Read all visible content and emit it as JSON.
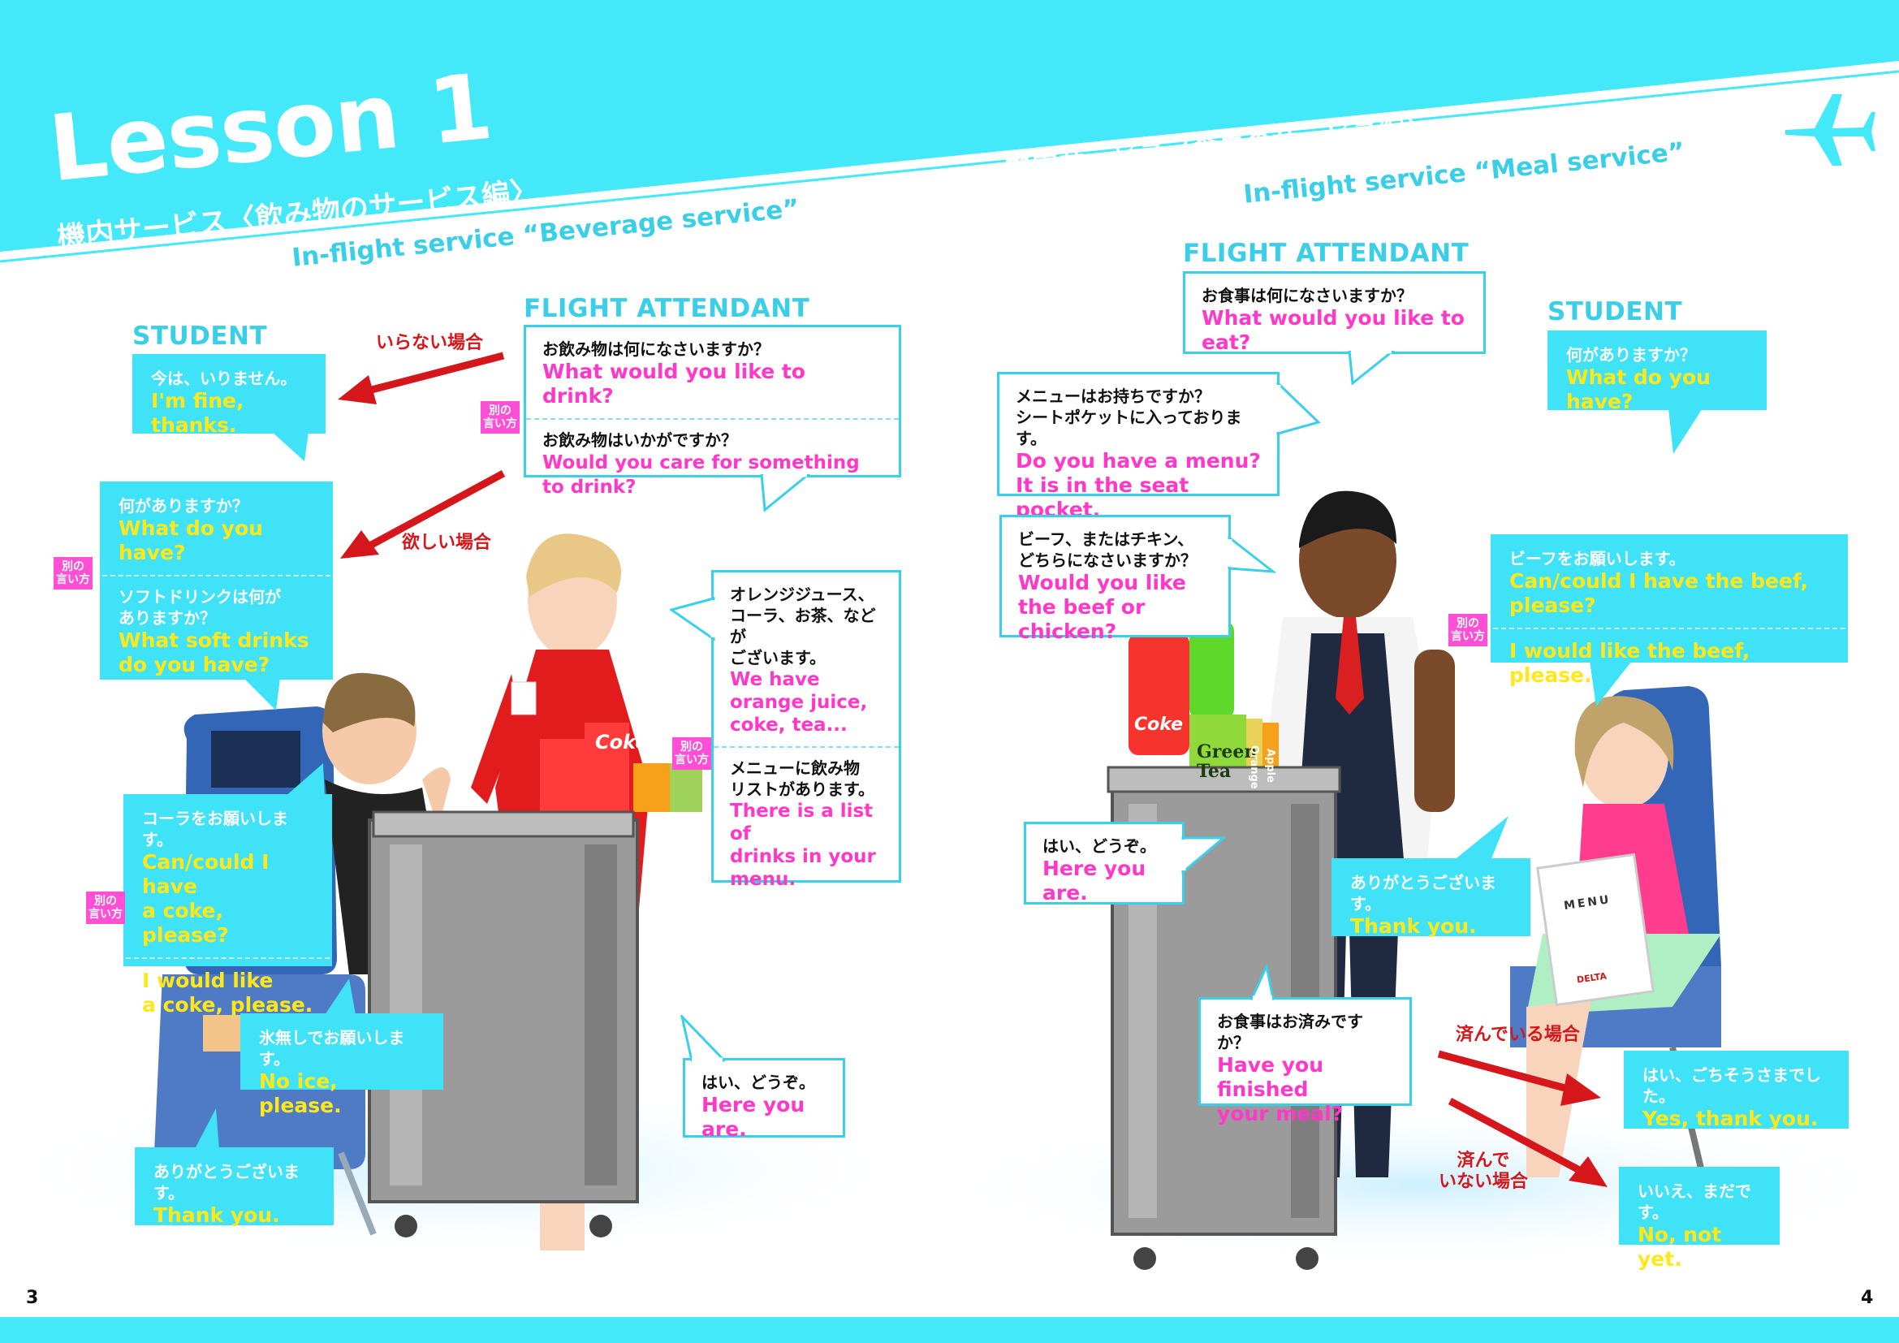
{
  "lesson": {
    "title": "Lesson 1"
  },
  "left": {
    "heading_jp": "機内サービス〈飲み物のサービス編〉",
    "heading_en": "In-flight service “Beverage service”",
    "label_student": "STUDENT",
    "label_attendant": "FLIGHT ATTENDANT",
    "note_no_need": "いらない場合",
    "note_want": "欲しい場合",
    "fa_question": {
      "jp1": "お飲み物は何になさいますか？",
      "en1": "What would you like to drink?",
      "tag": "別の\n言い方",
      "jp2": "お飲み物はいかがですか？",
      "en2": "Would you care for something to drink?"
    },
    "st_fine": {
      "jp": "今は、いりません。",
      "en": "I'm fine, thanks."
    },
    "st_what": {
      "jp1": "何がありますか？",
      "en1": "What do you have?",
      "tag": "別の\n言い方",
      "jp2": "ソフトドリンクは何が\nありますか？",
      "en2": "What soft drinks\ndo you have?"
    },
    "fa_answer": {
      "jp1": "オレンジジュース、\nコーラ、お茶、などが\nございます。",
      "en1": "We have\norange juice,\ncoke, tea...",
      "tag": "別の\n言い方",
      "jp2": "メニューに飲み物\nリストがあります。",
      "en2": "There is a list of\ndrinks in your\nmenu."
    },
    "st_coke": {
      "jp1": "コーラをお願いします。",
      "en1": "Can/could I have\na coke, please?",
      "tag": "別の\n言い方",
      "en2": "I would like\na coke, please."
    },
    "st_noice": {
      "jp": "氷無しでお願いします。",
      "en": "No ice, please."
    },
    "fa_here": {
      "jp": "はい、どうぞ。",
      "en": "Here you are."
    },
    "st_thanks": {
      "jp": "ありがとうございます。",
      "en": "Thank you."
    },
    "page_number": "3"
  },
  "right": {
    "heading_jp": "機内サービス〈食事のサービス編〉",
    "heading_en": "In-flight service “Meal service”",
    "label_attendant": "FLIGHT ATTENDANT",
    "label_student": "STUDENT",
    "fa_eat": {
      "jp": "お食事は何になさいますか？",
      "en": "What would you like to eat?"
    },
    "st_what": {
      "jp": "何がありますか？",
      "en": "What do you have?"
    },
    "fa_menu": {
      "jp": "メニューはお持ちですか？\nシートポケットに入っております。",
      "en": "Do you have a menu?\nIt is in the seat pocket."
    },
    "fa_choice": {
      "jp": "ビーフ、またはチキン、\nどちらになさいますか？",
      "en": "Would you like\nthe beef or chicken?"
    },
    "st_beef": {
      "jp1": "ビーフをお願いします。",
      "en1": "Can/could I have the beef, please?",
      "tag": "別の\n言い方",
      "en2": "I would like the beef, please."
    },
    "fa_here": {
      "jp": "はい、どうぞ。",
      "en": "Here you are."
    },
    "st_thanks": {
      "jp": "ありがとうございます。",
      "en": "Thank you."
    },
    "fa_finished": {
      "jp": "お食事はお済みですか？",
      "en": "Have you finished\nyour meal?"
    },
    "note_done": "済んでいる場合",
    "note_notdone": "済んで\nいない場合",
    "st_yes": {
      "jp": "はい、ごちそうさまでした。",
      "en": "Yes, thank you."
    },
    "st_no": {
      "jp": "いいえ、まだです。",
      "en": "No, not yet."
    },
    "page_number": "4"
  },
  "illustration": {
    "coke_label": "Coke",
    "tea_label": "Green\nTea",
    "orange_label": "Orange",
    "apple_label": "Apple",
    "menu_label": "MENU",
    "delta_label": "DELTA"
  },
  "colors": {
    "cyan": "#3fe2f7",
    "pink": "#ff38c8",
    "yellow": "#ffe81a",
    "red": "#d5171c",
    "tag": "#ff4fd6"
  }
}
